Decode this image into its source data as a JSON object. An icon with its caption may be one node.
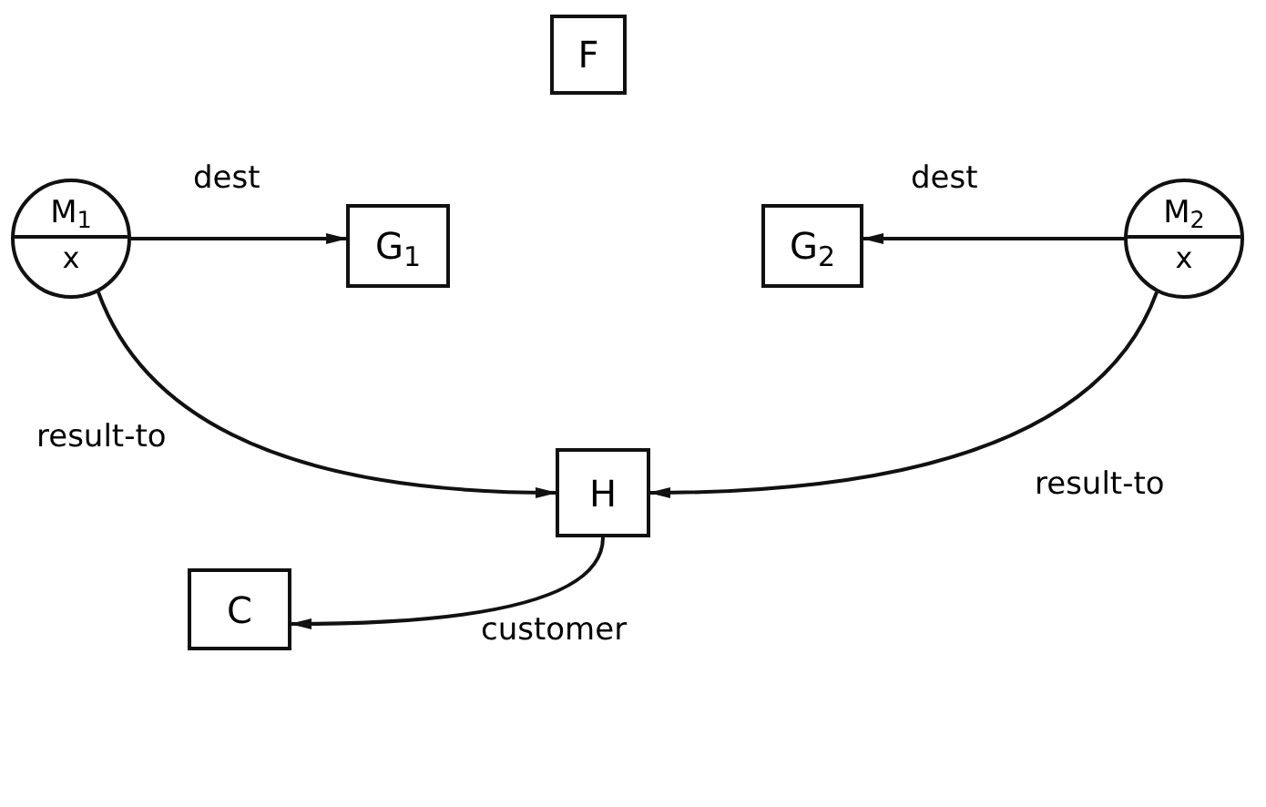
{
  "diagram": {
    "nodes": [
      {
        "text": [
          "F"
        ]
      },
      {
        "text": [
          "M$_{1}$",
          "x"
        ]
      },
      {
        "text": [
          "G$_{1}$"
        ]
      },
      {
        "text": [
          "G$_{2}$"
        ]
      },
      {
        "text": [
          "M$_{2}$",
          "x"
        ]
      },
      {
        "text": [
          "H"
        ]
      },
      {
        "text": [
          "C"
        ]
      }
    ],
    "edges": [
      {
        "from": 1,
        "to": 2,
        "arrow": "to",
        "label": "dest"
      },
      {
        "from": 4,
        "to": 3,
        "arrow": "to",
        "label": "dest"
      },
      {
        "from": 1,
        "to": 5,
        "arrow": "to",
        "label": "result-to"
      },
      {
        "from": 4,
        "to": 5,
        "arrow": "to",
        "label": "result-to"
      },
      {
        "from": 5,
        "to": 6,
        "arrow": "to",
        "label": "customer"
      }
    ]
  }
}
